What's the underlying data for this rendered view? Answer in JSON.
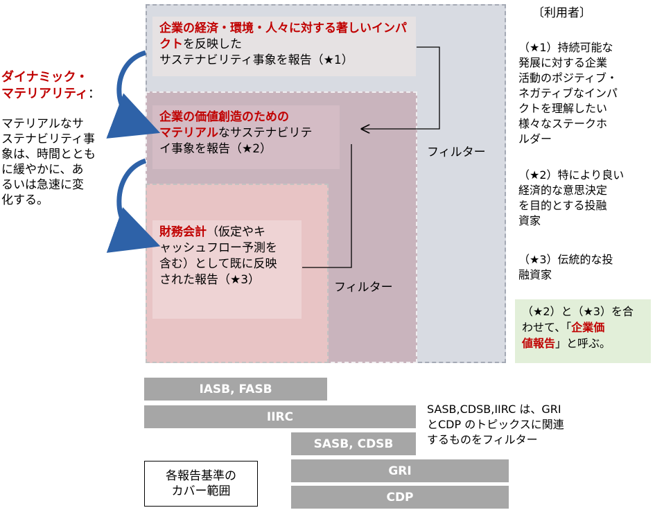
{
  "boxes": {
    "impact": {
      "title_red": "企業の経済・環境・人々に対する著しいインパクト",
      "title_rest": "を反映した",
      "line3": "サステナビリティ事象を報告（★1）"
    },
    "value": {
      "title_red_1": "企業の価値創造のための",
      "title_red_2": "マテリアル",
      "rest_2": "なサステナビリテ",
      "line3": "イ事象を報告（★2）"
    },
    "finance": {
      "title_red": "財務会計",
      "rest_1": "（仮定やキ",
      "line2": "ャッシュフロー予測を",
      "line3": "含む）として既に反映",
      "line4": "された報告（★3）"
    }
  },
  "filters": {
    "outer": "フィルター",
    "inner": "フィルター"
  },
  "dynamic": {
    "title_1": "ダイナミック・",
    "title_2": "マテリアリティ",
    "title_colon": "：",
    "desc_1": "マテリアルなサ",
    "desc_2": "ステナビリティ事",
    "desc_3": "象は、時間ととも",
    "desc_4": "に緩やかに、あ",
    "desc_5": "るいは急速に変",
    "desc_6": "化する。"
  },
  "users": {
    "heading": "〔利用者〕",
    "s1_1": "（★1）持続可能な",
    "s1_2": "発展に対する企業",
    "s1_3": "活動のポジティブ・",
    "s1_4": "ネガティブなインパ",
    "s1_5": "クトを理解したい",
    "s1_6": "様々なステークホ",
    "s1_7": "ルダー",
    "s2_1": "（★2）特により良い",
    "s2_2": "経済的な意思決定",
    "s2_3": "を目的とする投融",
    "s2_4": "資家",
    "s3_1": "（★3）伝統的な投",
    "s3_2": "融資家"
  },
  "combined": {
    "line1": "（★2）と（★3）を合",
    "line2_pre": "わせて、「",
    "line2_red": "企業価",
    "line3_red": "値報告",
    "line3_post": "」と呼ぶ。"
  },
  "standards": {
    "iasb": "IASB, FASB",
    "iirc": "IIRC",
    "sasb": "SASB, CDSB",
    "gri": "GRI",
    "cdp": "CDP"
  },
  "note": {
    "line1": "SASB,CDSB,IIRC は、GRI",
    "line2": "とCDP のトピックスに関連",
    "line3": "するものをフィルター"
  },
  "legend": {
    "line1": "各報告基準の",
    "line2": "カバー範囲"
  },
  "colors": {
    "accent_red": "#c00000",
    "arrow_blue": "#2e62a8",
    "bar_gray": "#a6a6a6"
  }
}
